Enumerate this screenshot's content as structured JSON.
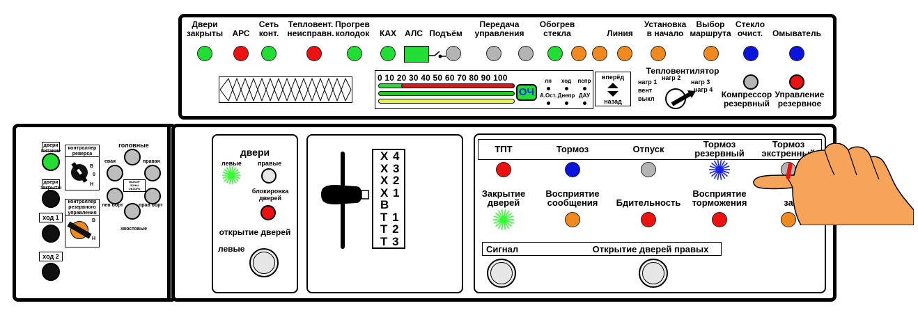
{
  "colors": {
    "green": "#22dd33",
    "red": "#ee1111",
    "orange": "#f08a1e",
    "blue": "#0a14dd",
    "gray": "#b4b4b4",
    "flash_green": "#33ff33",
    "flash_blue": "#1a22ee"
  },
  "top_panel": {
    "signals": [
      {
        "label": "Двери\nзакрыты",
        "color": "green"
      },
      {
        "label": "АРС",
        "color": "red"
      },
      {
        "label": "Сеть\nконт.",
        "color": "green"
      },
      {
        "label": "Тепловент.\nнеисправн.",
        "color": "red"
      },
      {
        "label": "Прогрев\nколодок",
        "color": "green"
      },
      {
        "label": "КАХ",
        "color": "green"
      },
      {
        "label": "АЛС",
        "color": "green"
      },
      {
        "label": "Подъём",
        "color": "gray"
      },
      {
        "label": "Передача\nуправления",
        "color": "gray"
      },
      {
        "label": "",
        "color": "gray"
      },
      {
        "label": "Обогрев\nстекла",
        "color": "green"
      },
      {
        "label": "",
        "color": "orange"
      },
      {
        "label": "",
        "color": "orange"
      },
      {
        "label": "Линия",
        "color": "orange"
      },
      {
        "label": "Установка\nв начало",
        "color": "orange"
      },
      {
        "label": "Выбор\nмаршрута",
        "color": "orange"
      },
      {
        "label": "Стекло\nочист.",
        "color": "blue"
      },
      {
        "label": "Омыватель",
        "color": "blue"
      }
    ],
    "speed_scale": "0 10 20 30 40 50 60 70 80 90 100",
    "och_label": "ОЧ",
    "ars_modes_top": [
      "лн",
      "ход",
      "пспр"
    ],
    "ars_modes_bottom": [
      "А.Ост.",
      "Днепр",
      "ДАУ"
    ],
    "reverser_top": "вперёд",
    "reverser_bottom": "назад",
    "fan_title": "Тепловентилятор",
    "fan_positions": [
      "нагр 1",
      "нагр 2",
      "нагр 3",
      "нагр 4",
      "вент",
      "выкл"
    ],
    "compressor_label": "Компрессор\nрезервный",
    "control_label": "Управление\nрезервное"
  },
  "left_panel": {
    "doors_feed": "двери\nпитание",
    "doors_closed": "двери\nзакрыты",
    "move1": "ход 1",
    "move2": "ход 2",
    "reverser_ctrl": "контроллер\nреверса",
    "reserve_ctrl": "контроллер\nрезервного\nуправления",
    "rev_marks": [
      "В",
      "0",
      "Н"
    ],
    "res_marks": [
      "В",
      "Н"
    ],
    "mirror_head": "головные",
    "mirror_left": "евая",
    "mirror_right": "правая",
    "mirror_center": "ВЫБОР\nЗОНЫ\nОБЗОРА",
    "mirror_lev": "лев борт",
    "mirror_prav": "прав борт",
    "mirror_tail": "хвостовые"
  },
  "doors_panel": {
    "title": "двери",
    "left": "левые",
    "right": "правые",
    "block": "блокировка\nдверей",
    "open_title": "открытие  дверей",
    "open_left": "левые"
  },
  "controller": {
    "positions": [
      "Х 4",
      "Х 3",
      "Х 2",
      "Х 1",
      "В",
      "Т 1",
      "Т 2",
      "Т 3"
    ]
  },
  "brake_panel": {
    "headers": [
      "ТПТ",
      "Тормоз",
      "Отпуск",
      "Тормоз\nрезервный",
      "Тормоз\nэкстренный"
    ],
    "header_colors": [
      "red",
      "blue",
      "gray",
      "flash_blue",
      "gray"
    ],
    "row2": [
      "Закрытие\nдверей",
      "Восприятие\nсообщения",
      "Бдительность",
      "Восприятие\nторможения",
      "за"
    ],
    "row2_colors": [
      "flash_green",
      "orange",
      "red",
      "red",
      "orange"
    ],
    "signal": "Сигнал",
    "open_right": "Открытие  дверей правых"
  }
}
